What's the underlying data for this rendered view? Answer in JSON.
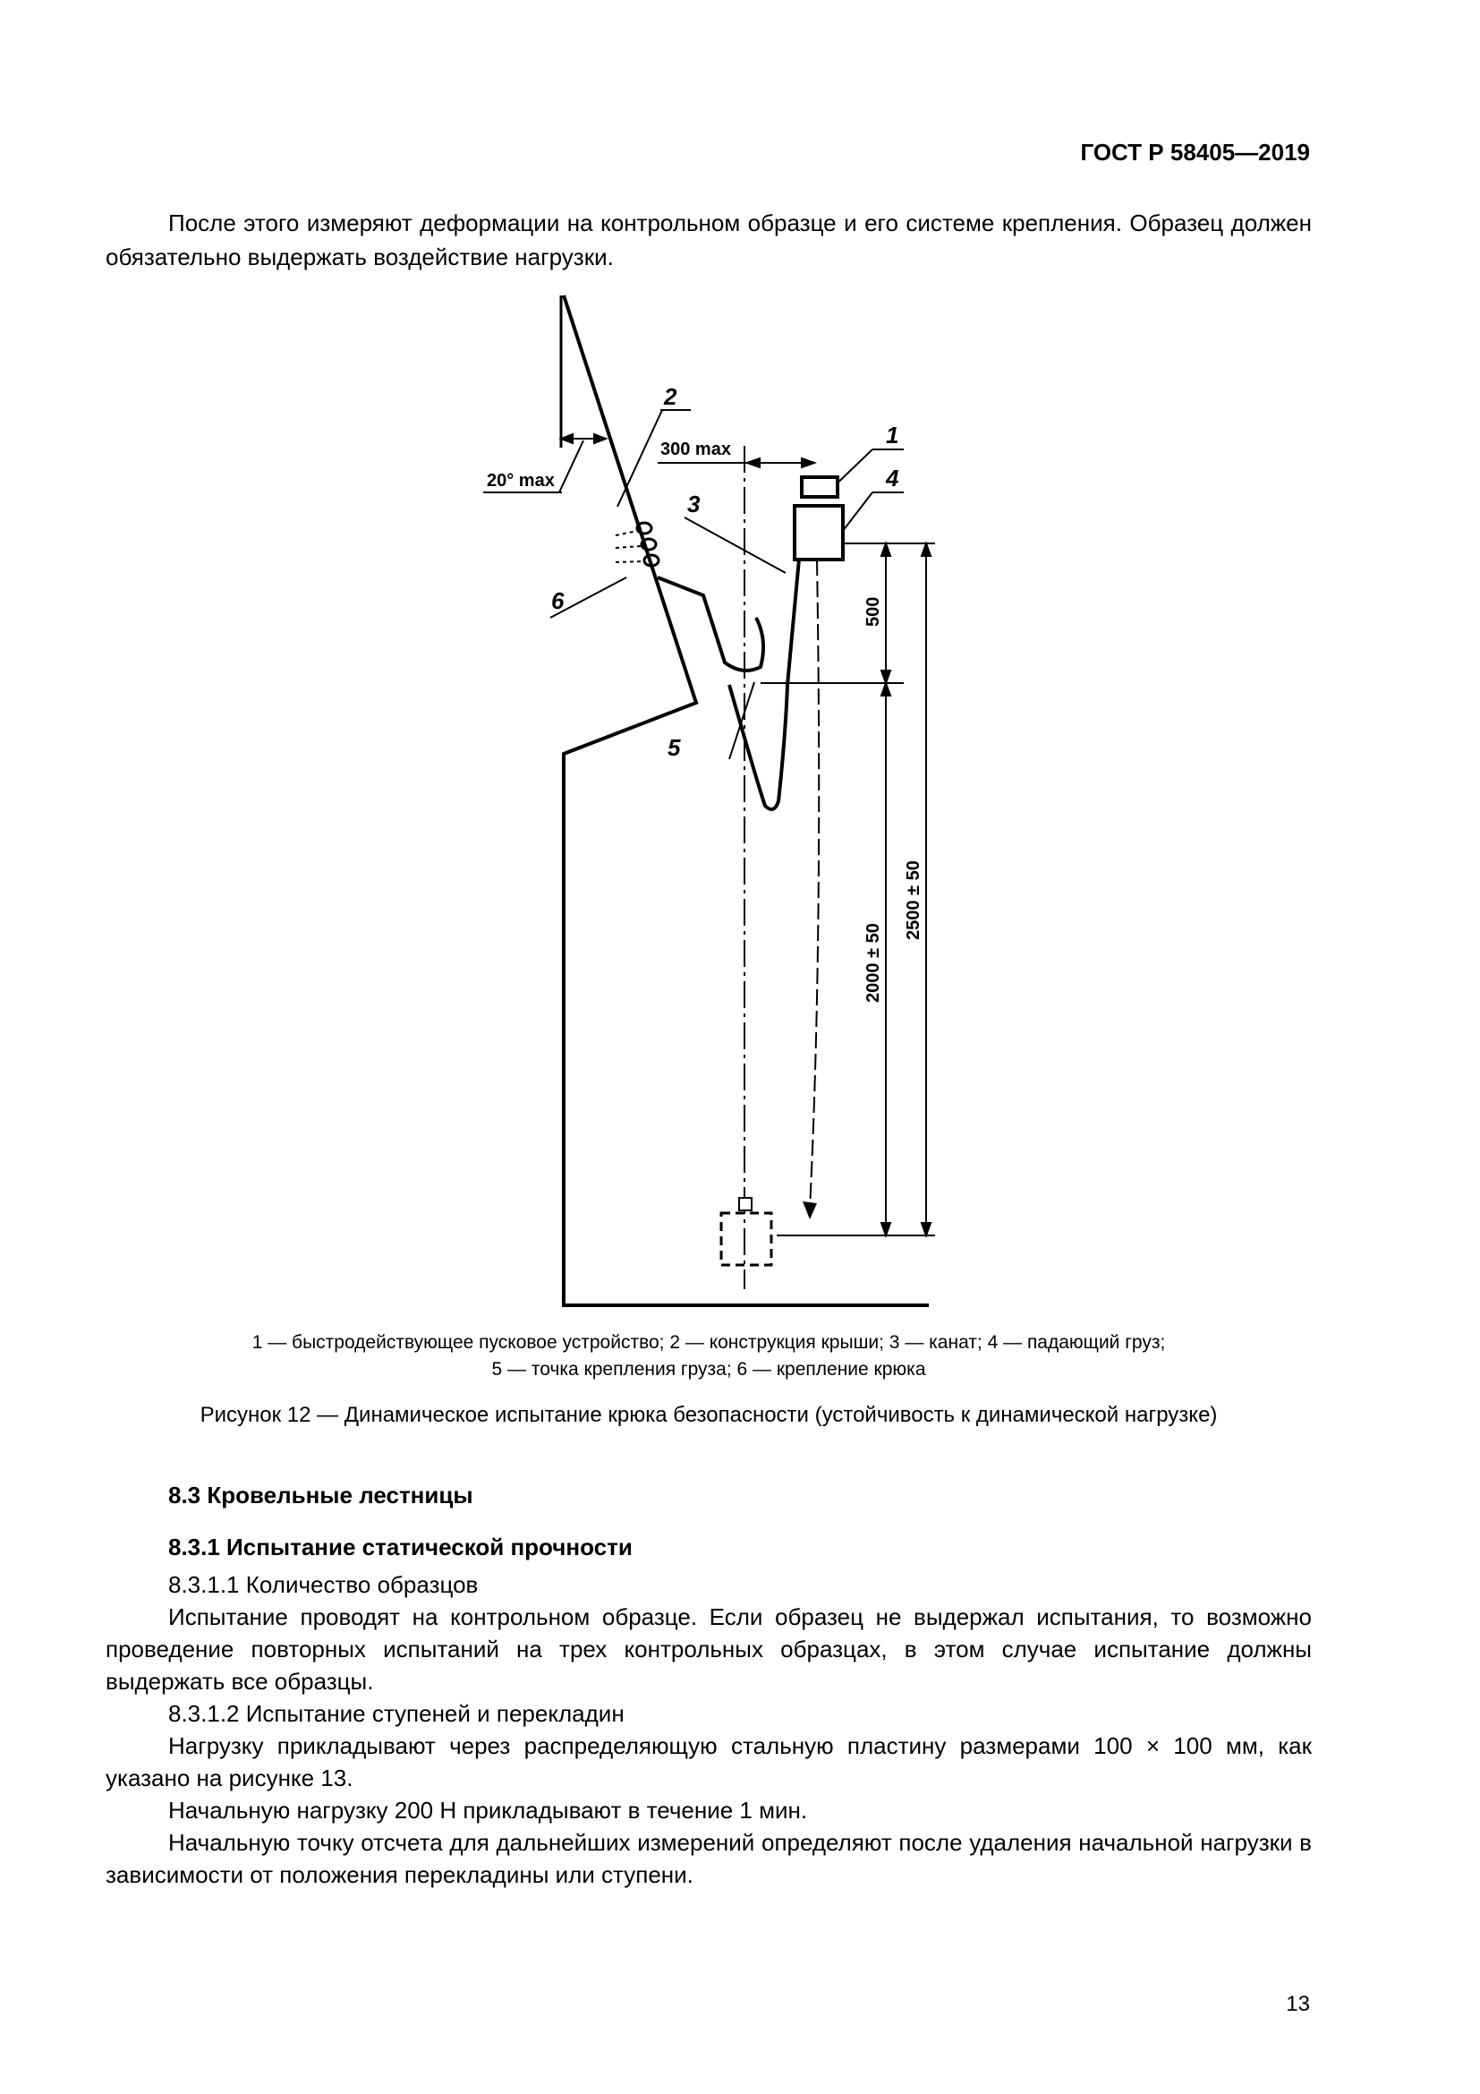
{
  "header": {
    "doc_code": "ГОСТ Р 58405—2019"
  },
  "intro_paragraph": "После этого измеряют деформации на контрольном образце и его системе крепления. Образец должен обязательно выдержать воздействие нагрузки.",
  "figure": {
    "labels": {
      "l1": "1",
      "l2": "2",
      "l3": "3",
      "l4": "4",
      "l5": "5",
      "l6": "6"
    },
    "dims": {
      "angle": "20° max",
      "offset": "300 max",
      "d500": "500",
      "d2000": "2000 ± 50",
      "d2500": "2500 ± 50"
    }
  },
  "legend": {
    "line1": "1 — быстродействующее пусковое устройство; 2 — конструкция крыши; 3 — канат; 4 — падающий груз;",
    "line2": "5 — точка крепления груза; 6 — крепление крюка"
  },
  "caption": "Рисунок 12 — Динамическое испытание крюка безопасности (устойчивость к динамической нагрузке)",
  "section": {
    "h83": "8.3 Кровельные лестницы",
    "h831": "8.3.1 Испытание статической прочности",
    "s8311": "8.3.1.1 Количество образцов",
    "p1": "Испытание проводят на контрольном образце. Если образец не выдержал испытания, то возможно проведение повторных испытаний на трех контрольных образцах, в этом случае испытание должны выдержать все образцы.",
    "s8312": "8.3.1.2 Испытание ступеней и перекладин",
    "p2": "Нагрузку прикладывают через распределяющую стальную пластину размерами 100 × 100 мм, как указано на рисунке 13.",
    "p3": "Начальную нагрузку 200 Н прикладывают в течение 1 мин.",
    "p4": "Начальную точку отсчета для дальнейших измерений определяют после удаления начальной нагрузки в зависимости от положения перекладины или ступени."
  },
  "page_number": "13"
}
